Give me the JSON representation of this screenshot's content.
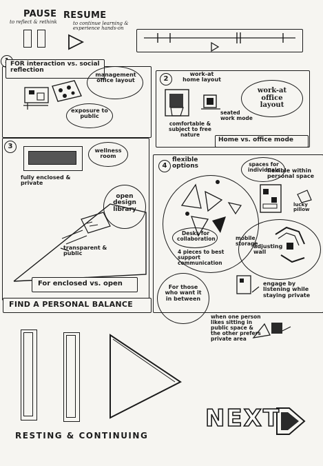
{
  "controls": {
    "pause": {
      "label": "PAUSE",
      "caption": "to reflect & rethink"
    },
    "resume": {
      "label": "RESUME",
      "caption": "to continue learning & experience hands-on"
    }
  },
  "panel1": {
    "number": "1",
    "title": "FOR interaction vs. social reflection",
    "bubble": "management office layout",
    "caption": "exposure to public"
  },
  "panel2": {
    "number": "2",
    "label_top": "work-at home layout",
    "bubble": "work-at office layout",
    "caption_left": "comfortable & subject to free nature",
    "caption_right": "seated work mode",
    "footer": "Home vs. office mode"
  },
  "panel3": {
    "number": "3",
    "bubble_top": "wellness room",
    "caption_top": "fully enclosed & private",
    "bubble_mid": "open design library",
    "caption_mid": "transparent & public",
    "footer": "For enclosed vs. open",
    "banner": "FIND A PERSONAL BALANCE"
  },
  "panel4": {
    "number": "4",
    "title": "flexible options",
    "spaces_label": "spaces for individuals",
    "flexible_label": "flexible within personal space",
    "pillow_label": "lucky pillow",
    "desks_label": "Desks for collaboration",
    "desks_caption": "4 pieces to best support communication",
    "mobile_label": "mobile storage",
    "wall_label": "adjusting wall",
    "bubble_bottom": "For those who want it in between",
    "engage_label": "engage by listening while staying private",
    "bottom_caption": "when one person likes sitting in public space & the other prefers private area"
  },
  "bottom": {
    "caption": "RESTING & CONTINUING",
    "next_label": "NEXT"
  }
}
